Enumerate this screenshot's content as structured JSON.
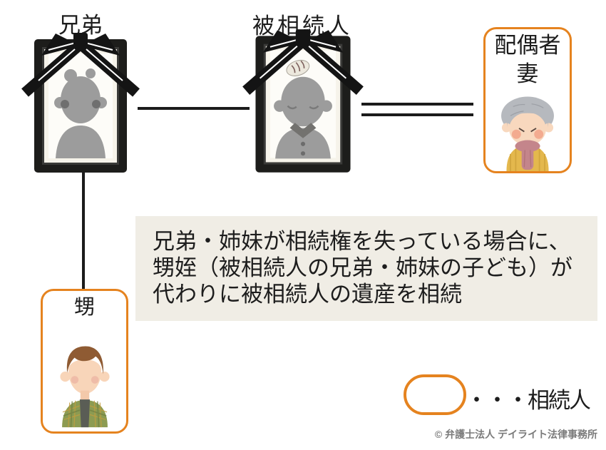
{
  "colors": {
    "accent_orange": "#E5831F",
    "info_bg": "#F0EDE5",
    "line_black": "#1B1B1B",
    "text_black": "#1D1D1D",
    "copyright_gray": "#7B7B7B"
  },
  "nodes": {
    "brother_label": "兄弟",
    "decedent_label": "被相続人",
    "spouse_label_line1": "配偶者",
    "spouse_label_line2": "妻",
    "nephew_label": "甥"
  },
  "info_box": {
    "lines": [
      "兄弟・姉妹が相続権を失っている場合に、",
      "甥姪（被相続人の兄弟・姉妹の子ども）が",
      "代わりに被相続人の遺産を相続"
    ]
  },
  "legend": {
    "label": "・・・相続人"
  },
  "footer": {
    "copyright": "© 弁護士法人 デイライト法律事務所"
  }
}
